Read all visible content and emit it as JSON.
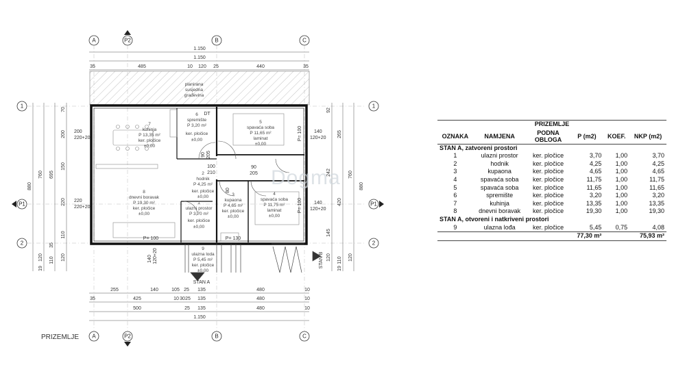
{
  "plan": {
    "caption": "PRIZEMLJE",
    "axes_top": [
      "A",
      "P2",
      "B",
      "C"
    ],
    "axes_bottom": [
      "A",
      "P2",
      "B",
      "C"
    ],
    "axes_left": [
      "1",
      "P1",
      "2"
    ],
    "axes_right": [
      "1",
      "P1",
      "2"
    ],
    "top_dims": {
      "overall": "1.150",
      "overall2": "1.150",
      "segments": [
        "35",
        "485",
        "10",
        "120",
        "25",
        "440",
        "35"
      ]
    },
    "bottom_dims": {
      "row1": [
        "255",
        "140",
        "105",
        "25",
        "135",
        "480",
        "10"
      ],
      "row2": [
        "35",
        "425",
        "10",
        "30",
        "25",
        "135",
        "480",
        "10"
      ],
      "row3": [
        "500",
        "25",
        "135",
        "480",
        "10"
      ],
      "overall": "1.150"
    },
    "left_dims": {
      "outer": "880",
      "mid": "760",
      "inner": "695",
      "segs": [
        "70",
        "200",
        "150",
        "220",
        "110",
        "35",
        "120",
        "19",
        "110",
        "120"
      ],
      "side": [
        "200",
        "220+20",
        "220",
        "220+20"
      ]
    },
    "right_dims": {
      "outer": "880",
      "mid": "760",
      "inner": "",
      "segs": [
        "92",
        "265",
        "242",
        "420",
        "145",
        "120",
        "19",
        "110",
        "120"
      ],
      "side": [
        "140",
        "120+20",
        "140",
        "120+20"
      ]
    },
    "neighbor": [
      "planirana",
      "susjedna",
      "građevina"
    ],
    "rooms": [
      {
        "no": "7",
        "name": "kuhinja",
        "area": "P 13,35 m²",
        "floor": "ker. pločice",
        "level": "±0,00"
      },
      {
        "no": "6",
        "name": "spremište",
        "area": "P 3,20 m²",
        "floor": "ker. pločice",
        "level": "±0,00"
      },
      {
        "no": "5",
        "name": "spavaća soba",
        "area": "P 11,65 m²",
        "floor": "laminat",
        "level": "±0,00"
      },
      {
        "no": "8",
        "name": "dnevni boravak",
        "area": "P 19,30 m²",
        "floor": "ker. pločice",
        "level": "±0,00"
      },
      {
        "no": "2",
        "name": "hodnik",
        "area": "P 4,25 m²",
        "floor": "ker. pločice",
        "level": "±0,00"
      },
      {
        "no": "1",
        "name": "ulazni prostor",
        "area": "P 3,70 m²",
        "floor": "ker. pločice",
        "level": "±0,00"
      },
      {
        "no": "3",
        "name": "kupaona",
        "area": "P 4,65 m²",
        "floor": "ker. pločice",
        "level": "±0,00"
      },
      {
        "no": "4",
        "name": "spavaća soba",
        "area": "P 11,75 m²",
        "floor": "laminat",
        "level": "±0,00"
      },
      {
        "no": "9",
        "name": "ulazna loda",
        "area": "P 5,45 m²",
        "floor": "ker. pločice",
        "level": "±0,00"
      }
    ],
    "misc": {
      "dt": "DT",
      "p100a": "P= 100",
      "p100b": "P= 100",
      "p100c": "P= 100",
      "p130": "P= 130",
      "d100": "100",
      "d210": "210",
      "d90a": "90",
      "d90b": "90",
      "d205a": "205",
      "d205b": "205",
      "d80": "80",
      "d140": "140",
      "d120": "120+20",
      "stan_a": "STAN A",
      "stan_b": "STAN B"
    },
    "watermark": "Dogma"
  },
  "table": {
    "title": "PRIZEMLJE",
    "headers": [
      "OZNAKA",
      "NAMJENA",
      "PODNA OBLOGA",
      "P (m2)",
      "KOEF.",
      "NKP (m2)"
    ],
    "section1": "STAN A, zatvoreni prostori",
    "rows1": [
      [
        "1",
        "ulazni prostor",
        "ker. pločice",
        "3,70",
        "1,00",
        "3,70"
      ],
      [
        "2",
        "hodnik",
        "ker. pločice",
        "4,25",
        "1,00",
        "4,25"
      ],
      [
        "3",
        "kupaona",
        "ker. pločice",
        "4,65",
        "1,00",
        "4,65"
      ],
      [
        "4",
        "spavaća soba",
        "ker. pločice",
        "11,75",
        "1,00",
        "11,75"
      ],
      [
        "5",
        "spavaća soba",
        "ker. pločice",
        "11,65",
        "1,00",
        "11,65"
      ],
      [
        "6",
        "spremište",
        "ker. pločice",
        "3,20",
        "1,00",
        "3,20"
      ],
      [
        "7",
        "kuhinja",
        "ker. pločice",
        "13,35",
        "1,00",
        "13,35"
      ],
      [
        "8",
        "dnevni boravak",
        "ker. pločice",
        "19,30",
        "1,00",
        "19,30"
      ]
    ],
    "section2": "STAN A, otvoreni i natkriveni prostori",
    "rows2": [
      [
        "9",
        "ulazna lođa",
        "ker. pločice",
        "5,45",
        "0,75",
        "4,08"
      ]
    ],
    "total_p": "77,30 m²",
    "total_nkp": "75,93 m²"
  }
}
